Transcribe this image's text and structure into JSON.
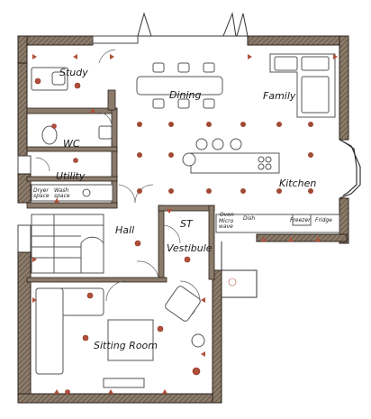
{
  "rooms": {
    "study": "Study",
    "dining": "Dining",
    "family": "Family",
    "wc": "WC",
    "utility": "Utility",
    "kitchen": "Kitchen",
    "hall": "Hall",
    "st": "ST",
    "vestibule": "Vestibule",
    "sitting_room": "Sitting Room"
  },
  "appliances": {
    "dryer_space": "Dryer space",
    "wash_space": "Wash space",
    "oven": "Oven",
    "micro_wave": "Micro wave",
    "dish": "Dish",
    "freezer": "Freezer",
    "fridge": "Fridge"
  },
  "colors": {
    "wall_fill": "#8b7b6b",
    "wall_stroke": "#2b2018",
    "light_point": "#b0503a",
    "downlight": "#a04a34",
    "furniture": "#555555"
  }
}
